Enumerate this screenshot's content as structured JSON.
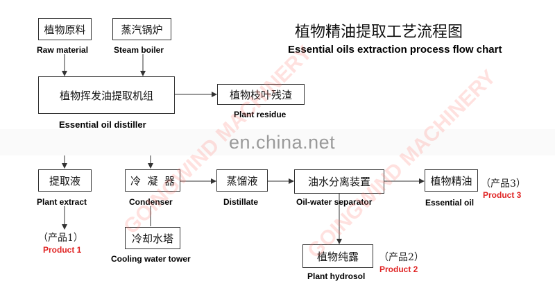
{
  "title": {
    "cn": "植物精油提取工艺流程图",
    "en": "Essential oils extraction process flow chart"
  },
  "nodes": {
    "raw_material": {
      "cn": "植物原料",
      "en": "Raw material"
    },
    "steam_boiler": {
      "cn": "蒸汽锅炉",
      "en": "Steam boiler"
    },
    "distiller": {
      "cn": "植物挥发油提取机组",
      "en": "Essential oil distiller"
    },
    "plant_residue": {
      "cn": "植物枝叶残渣",
      "en": "Plant residue"
    },
    "plant_extract": {
      "cn": "提取液",
      "en": "Plant extract"
    },
    "condenser": {
      "cn": "冷  凝  器",
      "en": "Condenser"
    },
    "distillate": {
      "cn": "蒸馏液",
      "en": "Distillate"
    },
    "separator": {
      "cn": "油水分离装置",
      "en": "Oil-water separator"
    },
    "essential_oil": {
      "cn": "植物精油",
      "en": "Essential oil"
    },
    "cooling_tower": {
      "cn": "冷却水塔",
      "en": "Cooling water tower"
    },
    "hydrosol": {
      "cn": "植物纯露",
      "en": "Plant hydrosol"
    }
  },
  "products": {
    "p1": {
      "cn": "（产品1）",
      "en": "Product 1"
    },
    "p2": {
      "cn": "（产品2）",
      "en": "Product 2"
    },
    "p3": {
      "cn": "（产品3）",
      "en": "Product 3"
    }
  },
  "watermarks": {
    "site": "en.china.net",
    "brand": "GOINGWIND MACHINERY"
  },
  "colors": {
    "line": "#333333",
    "product": "#e02424",
    "watermark": "#ff786e"
  }
}
